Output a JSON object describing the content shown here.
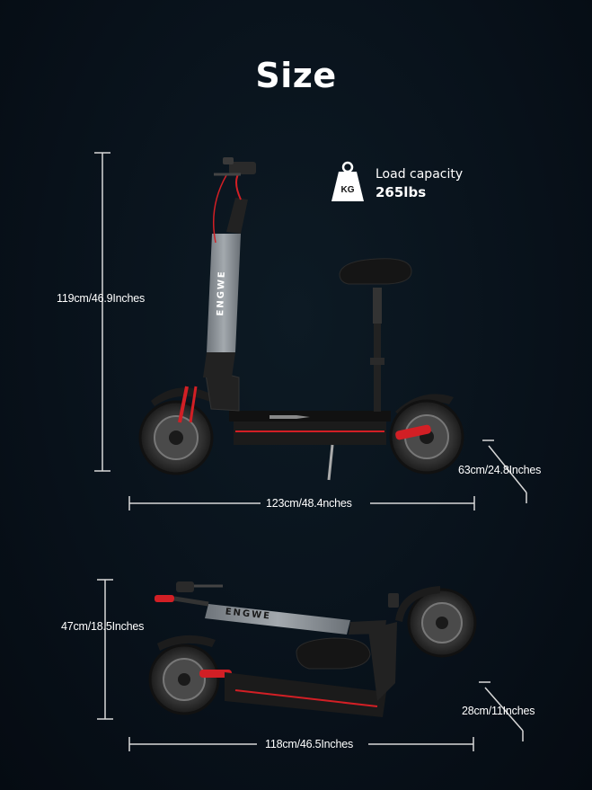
{
  "page": {
    "title": "Size"
  },
  "load": {
    "icon_text": "KG",
    "label": "Load capacity",
    "value": "265lbs"
  },
  "unfolded": {
    "brand": "ENGWE",
    "height": "119cm/46.9Inches",
    "length": "123cm/48.4nches",
    "width": "63cm/24.8Inches"
  },
  "folded": {
    "brand": "ENGWE",
    "height": "47cm/18.5Inches",
    "length": "118cm/46.5Inches",
    "width": "28cm/11Inches"
  },
  "colors": {
    "background": "#08111a",
    "accent_red": "#d21f25",
    "stem_gray": "#8f959b",
    "text": "#ffffff"
  }
}
